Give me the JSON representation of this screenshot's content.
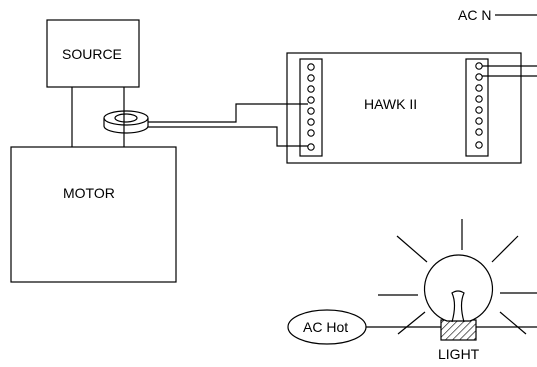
{
  "labels": {
    "source": "SOURCE",
    "motor": "MOTOR",
    "controller": "HAWK II",
    "ac_neutral": "AC N",
    "ac_hot": "AC Hot",
    "light": "LIGHT"
  },
  "colors": {
    "line": "#000000",
    "background": "#ffffff"
  }
}
